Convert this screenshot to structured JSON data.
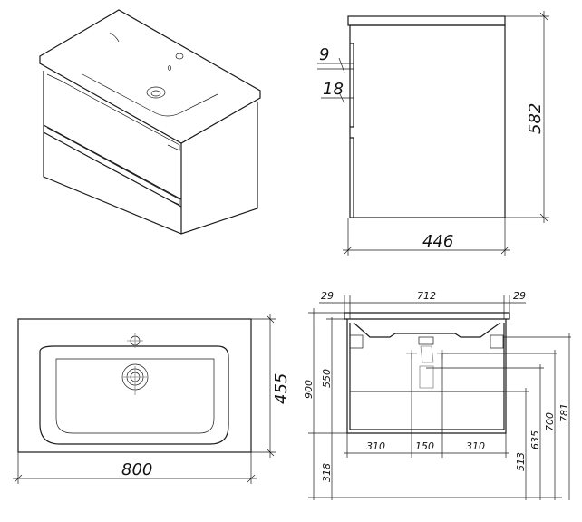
{
  "side_view": {
    "dim_9": "9",
    "dim_18": "18",
    "dim_height": "582",
    "dim_depth": "446"
  },
  "top_view": {
    "dim_depth": "455",
    "dim_width": "800"
  },
  "front_view": {
    "dim_left_overhang": "29",
    "dim_inner_width": "712",
    "dim_right_overhang": "29",
    "dim_total_height": "900",
    "dim_cabinet_height": "550",
    "dim_floor_gap": "318",
    "dim_left_pipe": "310",
    "dim_pipe_spacing": "150",
    "dim_right_pipe": "310",
    "dim_513": "513",
    "dim_635": "635",
    "dim_700": "700",
    "dim_781": "781"
  }
}
